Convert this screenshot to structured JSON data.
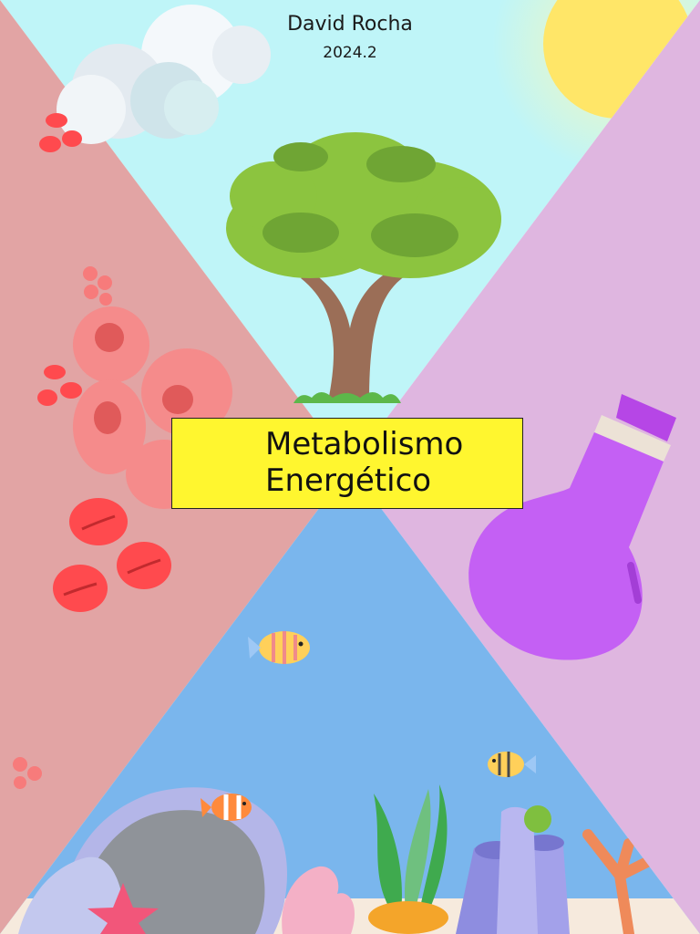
{
  "cover": {
    "author": "David Rocha",
    "year": "2024.2",
    "title_line1": "Metabolismo",
    "title_line2": "Energético"
  },
  "colors": {
    "sky_quadrant": "#bff5f8",
    "blood_quadrant": "#e2a4a4",
    "flask_quadrant": "#dfb6e0",
    "sea_quadrant": "#7ab6ed",
    "title_box": "#fff62f",
    "sun": "#ffe668",
    "tree_leaves": "#8cc43f",
    "tree_trunk": "#9b6e57",
    "flask_liquid": "#c460f4",
    "red_cell": "#ff4a4e"
  },
  "icons": [
    "cloud-icon",
    "sun-icon",
    "tree-icon",
    "red-blood-cell-icon",
    "cell-icon",
    "flask-icon",
    "fish-icon",
    "clownfish-icon",
    "coral-icon",
    "seaweed-icon",
    "rock-icon",
    "starfish-icon"
  ]
}
